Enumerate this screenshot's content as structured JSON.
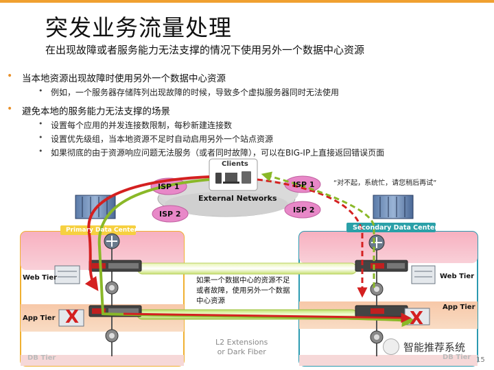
{
  "slide": {
    "title": "突发业务流量处理",
    "subtitle": "在出现故障或者服务能力无法支撑的情况下使用另外一个数据中心资源",
    "page_number": "15"
  },
  "bullets": [
    {
      "level": 1,
      "text": "当本地资源出现故障时使用另外一个数据中心资源"
    },
    {
      "level": 2,
      "text": "例如，一个服务器存储阵列出现故障的时候，导致多个虚拟服务器同时无法使用"
    },
    {
      "level": 1,
      "text": "避免本地的服务能力无法支撑的场景"
    },
    {
      "level": 2,
      "text": "设置每个应用的并发连接数限制，每秒新建连接数"
    },
    {
      "level": 2,
      "text": "设置优先级组，当本地资源不足时自动启用另外一个站点资源"
    },
    {
      "level": 2,
      "text": "如果彻底的由于资源响应问题无法服务（或者同时故障），可以在BIG-IP上直接返回错误页面"
    }
  ],
  "diagram": {
    "clients_label": "Clients",
    "external_networks": "External Networks",
    "isp_left_1": "ISP 1",
    "isp_left_2": "ISP 2",
    "isp_right_1": "ISP 1",
    "isp_right_2": "ISP 2",
    "error_quote": "“对不起，系统忙，请您稍后再试”",
    "primary_dc": "Primary Data Center",
    "secondary_dc": "Secondary Data Center",
    "web_tier_left": "Web Tier",
    "app_tier_left": "App Tier",
    "db_tier_left": "DB Tier",
    "web_tier_right": "Web Tier",
    "app_tier_right": "App Tier",
    "db_tier_right": "DB Tier",
    "center_note": [
      "如果一个数据中心的资源不足",
      "或者故障，使用另外一个数据",
      "中心资源"
    ],
    "l2_ext": [
      "L2 Extensions",
      "or Dark Fiber"
    ],
    "fail_mark": "X"
  },
  "watermark": "智能推荐系统",
  "colors": {
    "accent": "#f0a030",
    "primary_dc_border": "#f0b030",
    "secondary_dc_border": "#2a9ab0",
    "red_arrow": "#d42020",
    "green_arrow": "#8ab828",
    "teal_label": "#2aa0a8"
  }
}
